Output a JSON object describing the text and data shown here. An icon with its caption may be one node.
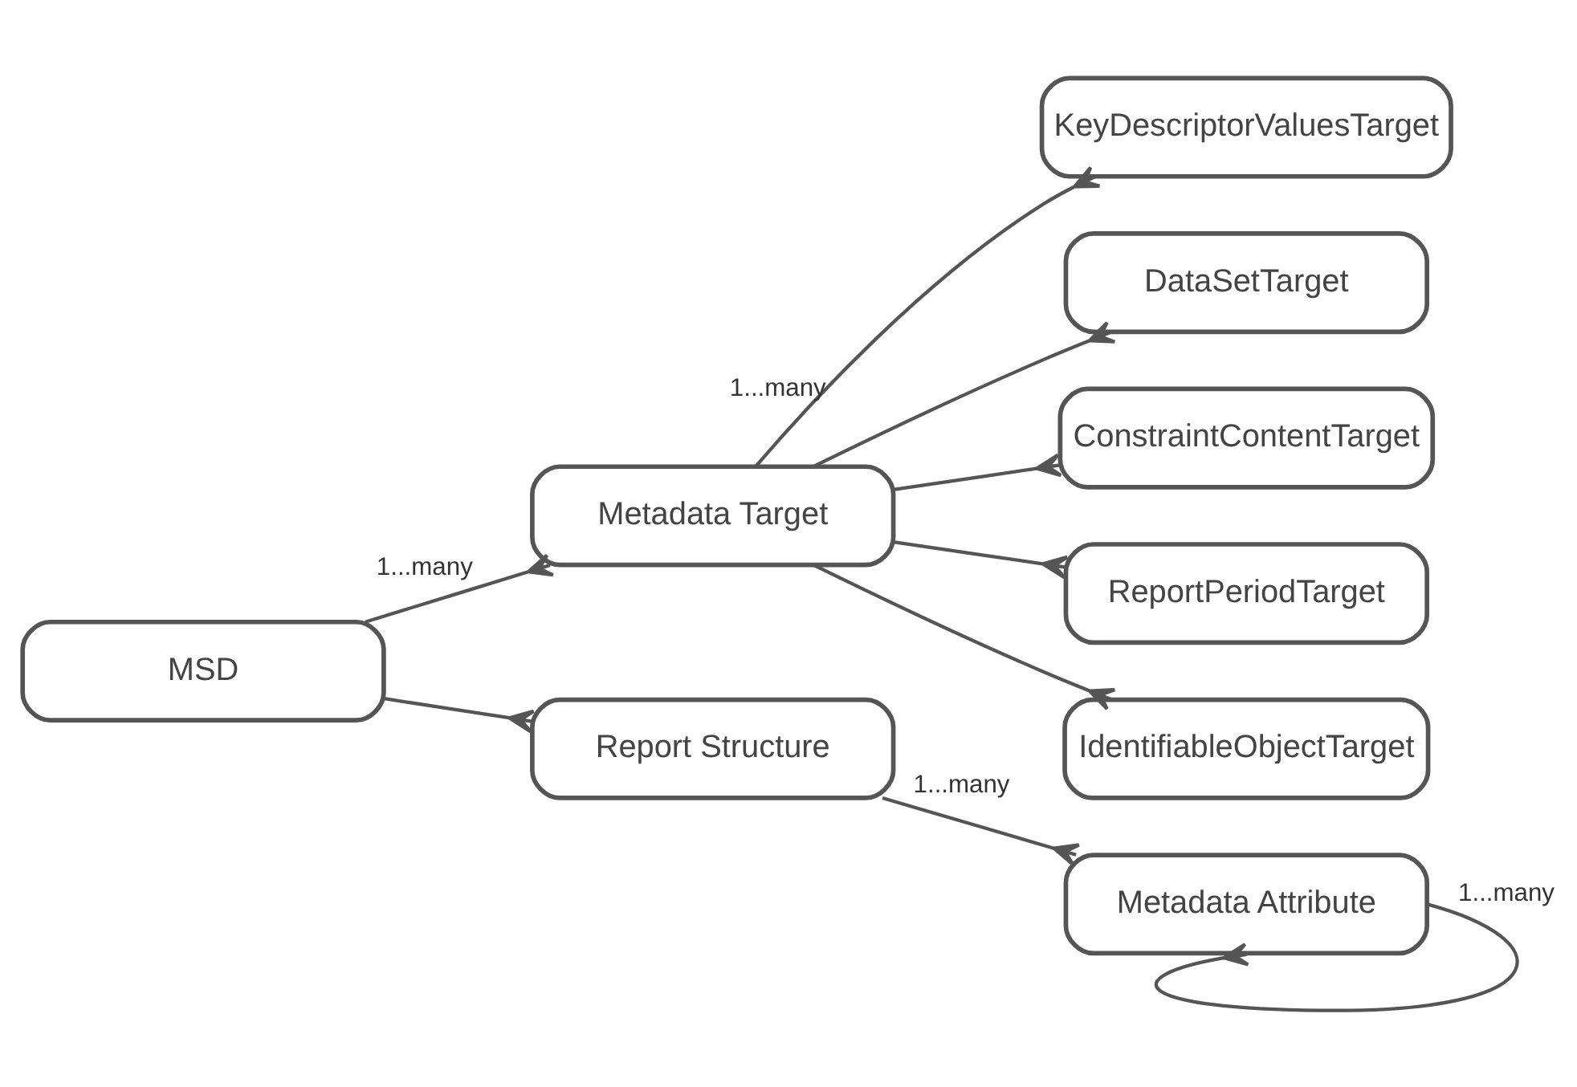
{
  "diagram": {
    "nodes": [
      {
        "text": [
          "Metadata Target"
        ]
      },
      {
        "text": [
          "KeyDescriptorValuesTarget"
        ]
      },
      {
        "text": [
          "DataSetTarget"
        ]
      },
      {
        "text": [
          "ConstraintContentTarget"
        ]
      },
      {
        "text": [
          "ReportPeriodTarget"
        ]
      },
      {
        "text": [
          "IdentifiableObjectTarget"
        ]
      },
      {
        "text": [
          "MSD"
        ]
      },
      {
        "text": [
          "Report Structure"
        ]
      },
      {
        "text": [
          "Metadata Attribute"
        ]
      }
    ],
    "edges": [
      {
        "from": 0,
        "to": 1,
        "arrow": "other",
        "label": "1...many"
      },
      {
        "from": 0,
        "to": 2,
        "arrow": "other"
      },
      {
        "from": 0,
        "to": 3,
        "arrow": "other"
      },
      {
        "from": 0,
        "to": 4,
        "arrow": "other"
      },
      {
        "from": 0,
        "to": 5,
        "arrow": "other"
      },
      {
        "from": 6,
        "to": 0,
        "arrow": "other",
        "label": "1...many"
      },
      {
        "from": 6,
        "to": 7,
        "arrow": "other"
      },
      {
        "from": 7,
        "to": 8,
        "arrow": "other",
        "label": "1...many"
      },
      {
        "from": 8,
        "to": 8,
        "arrow": "other",
        "label": "1...many"
      }
    ]
  }
}
